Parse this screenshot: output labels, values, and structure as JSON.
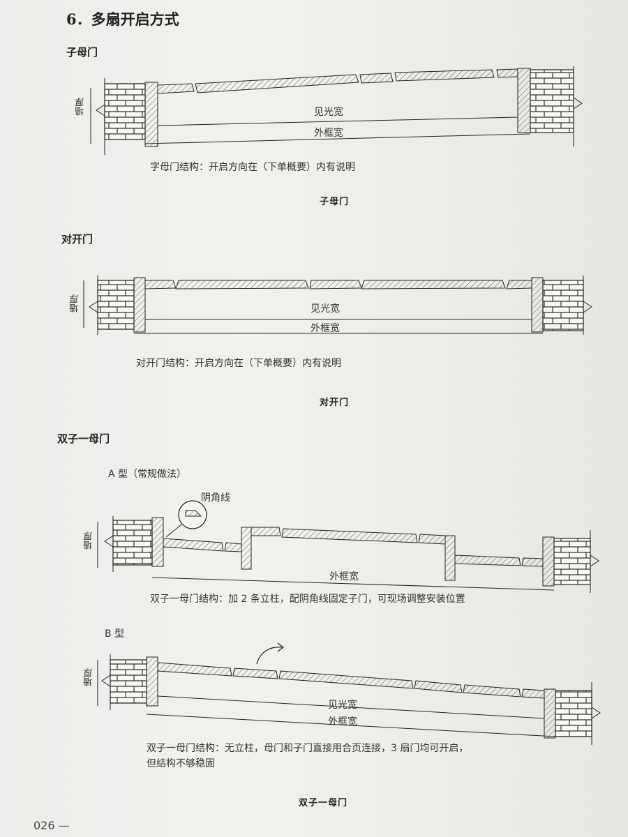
{
  "page": {
    "heading": "6．多扇开启方式",
    "page_number": "026 —"
  },
  "sections": [
    {
      "title": "子母门",
      "inner_label": "见光宽",
      "outer_label": "外框宽",
      "wall_label": "墙厚",
      "note": "字母门结构：开启方向在（下单概要）内有说明",
      "caption": "子母门"
    },
    {
      "title": "对开门",
      "inner_label": "见光宽",
      "outer_label": "外框宽",
      "wall_label": "墙厚",
      "note": "对开门结构：开启方向在（下单概要）内有说明",
      "caption": "对开门"
    },
    {
      "title": "双子一母门",
      "type_a": {
        "label": "A 型（常规做法）",
        "callout": "阴角线",
        "outer_label": "外框宽",
        "wall_label": "墙厚",
        "note": "双子一母门结构：加 2 条立柱，配阴角线固定子门，可现场调整安装位置"
      },
      "type_b": {
        "label": "B 型",
        "inner_label": "见光宽",
        "outer_label": "外框宽",
        "wall_label": "墙厚",
        "note_line1": "双子一母门结构：无立柱，母门和子门直接用合页连接，3 扇门均可开启，",
        "note_line2": "但结构不够稳固"
      },
      "caption": "双子一母门"
    }
  ]
}
